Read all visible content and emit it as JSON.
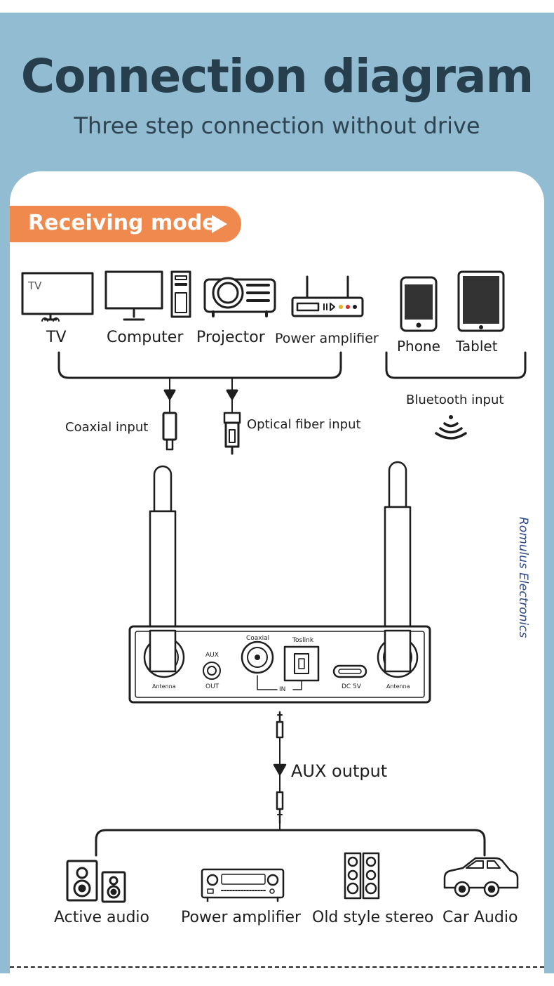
{
  "title": "Connection diagram",
  "subtitle": "Three step connection without drive",
  "mode": "Receiving mode",
  "watermark": "Romulus Electronics",
  "sources": {
    "tv_screen_label": "TV",
    "tv": "TV",
    "computer": "Computer",
    "projector": "Projector",
    "power_amplifier": "Power amplifier",
    "phone": "Phone",
    "tablet": "Tablet"
  },
  "inputs": {
    "coaxial": "Coaxial input",
    "optical": "Optical fiber input",
    "bluetooth": "Bluetooth input"
  },
  "device_panel": {
    "antenna_left": "Antenna",
    "aux": "AUX",
    "out": "OUT",
    "coaxial": "Coaxial",
    "toslink": "Toslink",
    "in": "IN",
    "dc": "DC 5V",
    "antenna_right": "Antenna"
  },
  "output": {
    "aux": "AUX output"
  },
  "outputs": {
    "active_audio": "Active audio",
    "power_amplifier": "Power amplifier",
    "old_style_stereo": "Old style stereo",
    "car_audio": "Car Audio"
  }
}
